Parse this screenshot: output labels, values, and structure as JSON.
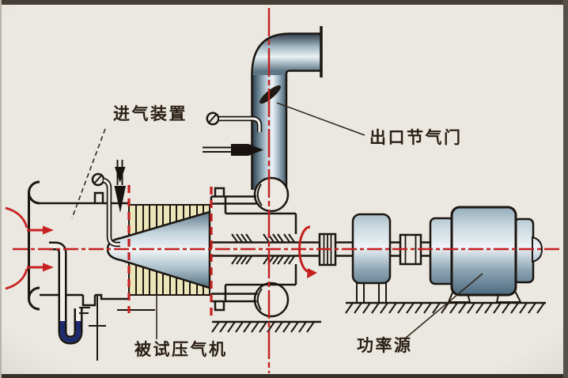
{
  "diagram": {
    "type": "compressor-test-rig-schematic",
    "labels": {
      "intake_device": "进气装置",
      "outlet_throttle_valve": "出口节气门",
      "compressor_under_test": "被试压气机",
      "power_source": "功率源"
    },
    "colors": {
      "background": "#eae8e1",
      "frame_border": "#453e37",
      "line_black": "#1c1611",
      "centerline_red": "#c41f1f",
      "flow_arrow_red": "#c92121",
      "manometer_fluid_navy": "#1c2a6e",
      "stator_cream": "#ebe6ba",
      "steel_highlight": "#f0f5f7",
      "steel_shadow": "#4c6a80"
    }
  }
}
